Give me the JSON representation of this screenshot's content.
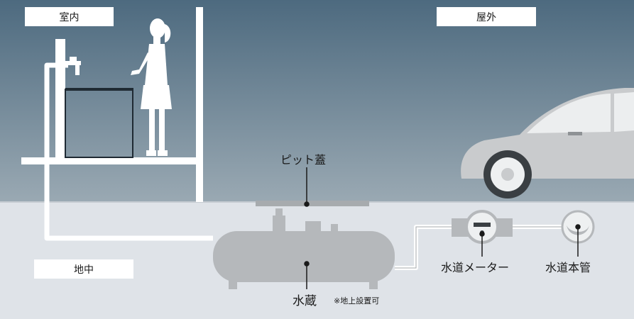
{
  "zones": {
    "indoor": "室内",
    "outdoor": "屋外",
    "underground": "地中"
  },
  "labels": {
    "pit_cover": "ピット蓋",
    "water_tank": "水蔵",
    "tank_note": "※地上設置可",
    "water_meter": "水道メーター",
    "water_main": "水道本管"
  },
  "colors": {
    "sky_top": "#4d6a7f",
    "sky_bottom": "#9aa9b3",
    "ground": "#dfe3e8",
    "figure": "#ffffff",
    "equipment": "#b5b8bb",
    "pipe": "#ffffff",
    "line": "#1a1a1a"
  }
}
